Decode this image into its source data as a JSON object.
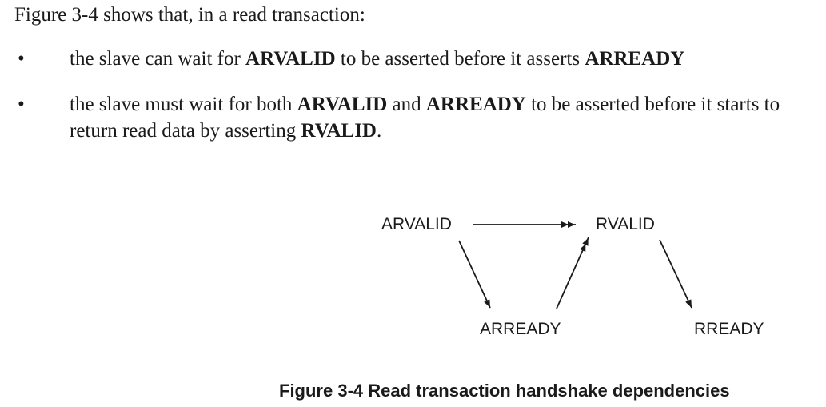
{
  "intro": "Figure 3-4 shows that, in a read transaction:",
  "bullets": [
    {
      "marker": "•",
      "segments": [
        {
          "text": "the slave can wait for ",
          "bold": false
        },
        {
          "text": "ARVALID",
          "bold": true
        },
        {
          "text": " to be asserted before it asserts ",
          "bold": false
        },
        {
          "text": "ARREADY",
          "bold": true
        }
      ]
    },
    {
      "marker": "•",
      "segments": [
        {
          "text": "the slave must wait for both ",
          "bold": false
        },
        {
          "text": "ARVALID",
          "bold": true
        },
        {
          "text": " and ",
          "bold": false
        },
        {
          "text": "ARREADY",
          "bold": true
        },
        {
          "text": " to be asserted before it starts to return read data by asserting ",
          "bold": false
        },
        {
          "text": "RVALID",
          "bold": true
        },
        {
          "text": ".",
          "bold": false
        }
      ]
    }
  ],
  "diagram": {
    "nodes": {
      "arvalid": "ARVALID",
      "rvalid": "RVALID",
      "arready": "ARREADY",
      "rready": "RREADY"
    },
    "edges": [
      {
        "from": "ARVALID",
        "to": "RVALID",
        "head": "double-arrow"
      },
      {
        "from": "ARVALID",
        "to": "ARREADY",
        "head": "single-arrow"
      },
      {
        "from": "ARREADY",
        "to": "RVALID",
        "head": "double-arrow"
      },
      {
        "from": "RVALID",
        "to": "RREADY",
        "head": "single-arrow"
      }
    ]
  },
  "caption": "Figure 3-4 Read transaction handshake dependencies"
}
